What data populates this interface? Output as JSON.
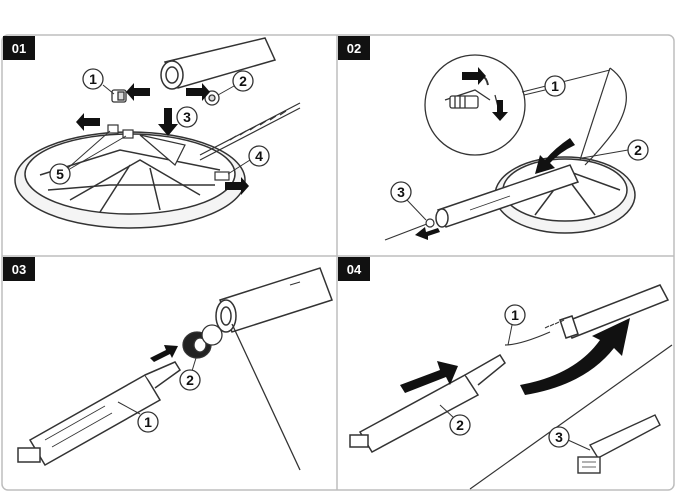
{
  "steps": [
    {
      "number": "01",
      "callouts": [
        "1",
        "2",
        "3",
        "4",
        "5"
      ]
    },
    {
      "number": "02",
      "callouts": [
        "1",
        "2",
        "3"
      ]
    },
    {
      "number": "03",
      "callouts": [
        "1",
        "2"
      ]
    },
    {
      "number": "04",
      "callouts": [
        "1",
        "2",
        "3"
      ]
    }
  ],
  "colors": {
    "ink": "#111111",
    "line": "#333333",
    "frame": "#bdbdbd",
    "fill": "#ffffff",
    "shade": "#d9d9d9"
  }
}
